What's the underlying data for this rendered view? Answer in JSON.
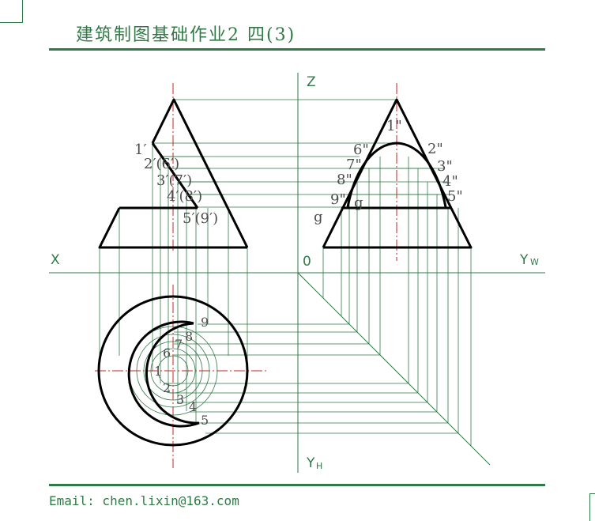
{
  "title": "建筑制图基础作业2 四(3)",
  "email": "Email: chen.lixin@163.com",
  "axes": {
    "z": "Z",
    "x": "X",
    "yw": "Y",
    "yw_sub": "W",
    "origin": "0",
    "yh": "Y",
    "yh_sub": "H"
  },
  "front_labels": [
    "1′",
    "2′(6′)",
    "3′(7′)",
    "4′(8′)",
    "5′(9′)"
  ],
  "side_labels": [
    "1\"",
    "6\"",
    "2\"",
    "7\"",
    "3\"",
    "8\"",
    "4\"",
    "9\"",
    "5\"",
    "g",
    "g"
  ],
  "plan_labels": [
    "1",
    "2",
    "3",
    "4",
    "5",
    "6",
    "7",
    "8",
    "9"
  ],
  "colors": {
    "accent": "#2f7a46",
    "center_line": "#cc2222",
    "outline": "#000000",
    "label": "#4d4d4d"
  }
}
